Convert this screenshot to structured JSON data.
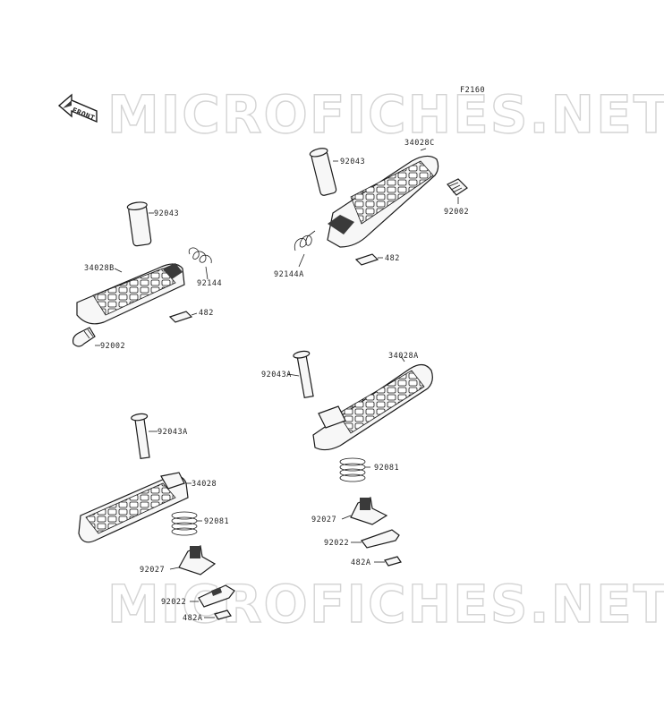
{
  "diagram": {
    "code": "F2160",
    "front_label": "FRONT",
    "watermark": "MICROFICHES.NET",
    "labels": {
      "p92043_top_right": "92043",
      "p34028C": "34028C",
      "p92002_right": "92002",
      "p92144A": "92144A",
      "p482_right": "482",
      "p92043_top_left": "92043",
      "p34028B": "34028B",
      "p92144": "92144",
      "p482_left": "482",
      "p92002_left": "92002",
      "p92043A_mid": "92043A",
      "p34028A": "34028A",
      "p92081_right": "92081",
      "p92027_right": "92027",
      "p92022_right": "92022",
      "p482A_right": "482A",
      "p92043A_left": "92043A",
      "p34028": "34028",
      "p92081_left": "92081",
      "p92027_left": "92027",
      "p92022_left": "92022",
      "p482A_left": "482A"
    }
  }
}
